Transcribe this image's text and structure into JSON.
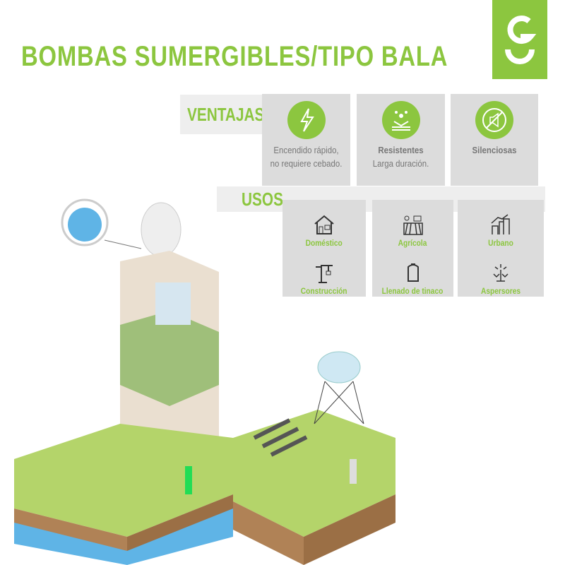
{
  "title": "BOMBAS SUMERGIBLES/TIPO BALA",
  "logo": {
    "text": "G"
  },
  "ventajas": {
    "label": "VENTAJAS",
    "items": [
      {
        "icon": "lightning-icon",
        "line1": "Encendido rápido,",
        "line2": "no requiere cebado."
      },
      {
        "icon": "water-resistant-icon",
        "line1": "Resistentes",
        "line2": "Larga duración."
      },
      {
        "icon": "silent-icon",
        "line1": "Silenciosas",
        "line2": ""
      }
    ]
  },
  "usos": {
    "label": "USOS",
    "items": [
      {
        "icon": "house-icon",
        "label": "Doméstico"
      },
      {
        "icon": "farm-icon",
        "label": "Agrícola"
      },
      {
        "icon": "city-icon",
        "label": "Urbano"
      },
      {
        "icon": "crane-icon",
        "label": "Construcción"
      },
      {
        "icon": "water-tank-icon",
        "label": "Llenado de tinaco"
      },
      {
        "icon": "sprinkler-icon",
        "label": "Aspersores"
      }
    ]
  },
  "colors": {
    "accent": "#8cc63f",
    "card": "#dcdcdc"
  }
}
